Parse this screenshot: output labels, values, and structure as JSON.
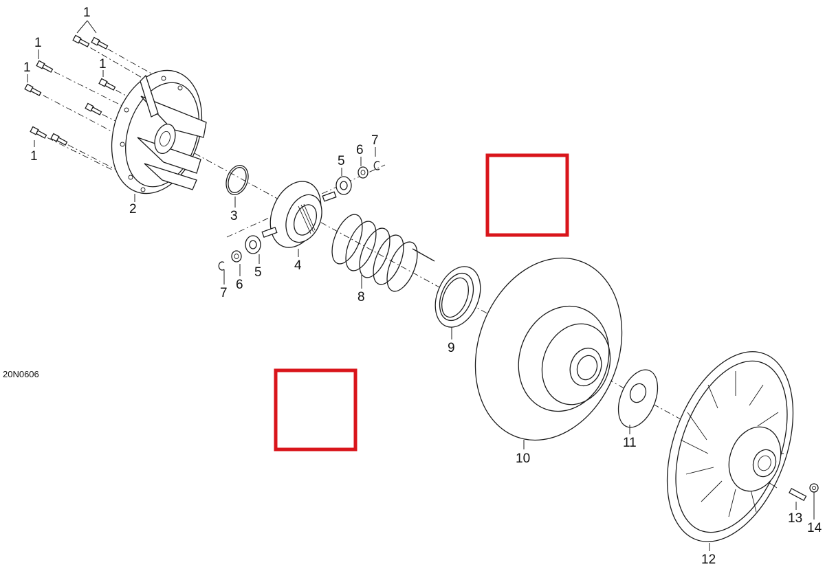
{
  "diagram_code": "20N0606",
  "marker_color": "#d9151b",
  "callouts": {
    "c1a": "1",
    "c1b": "1",
    "c1c": "1",
    "c1d": "1",
    "c1e": "1",
    "c2": "2",
    "c3": "3",
    "c4": "4",
    "c5a": "5",
    "c6a": "6",
    "c7a": "7",
    "c5b": "5",
    "c6b": "6",
    "c7b": "7",
    "c8": "8",
    "c9": "9",
    "c10": "10",
    "c11": "11",
    "c12": "12",
    "c13": "13",
    "c14": "14"
  }
}
